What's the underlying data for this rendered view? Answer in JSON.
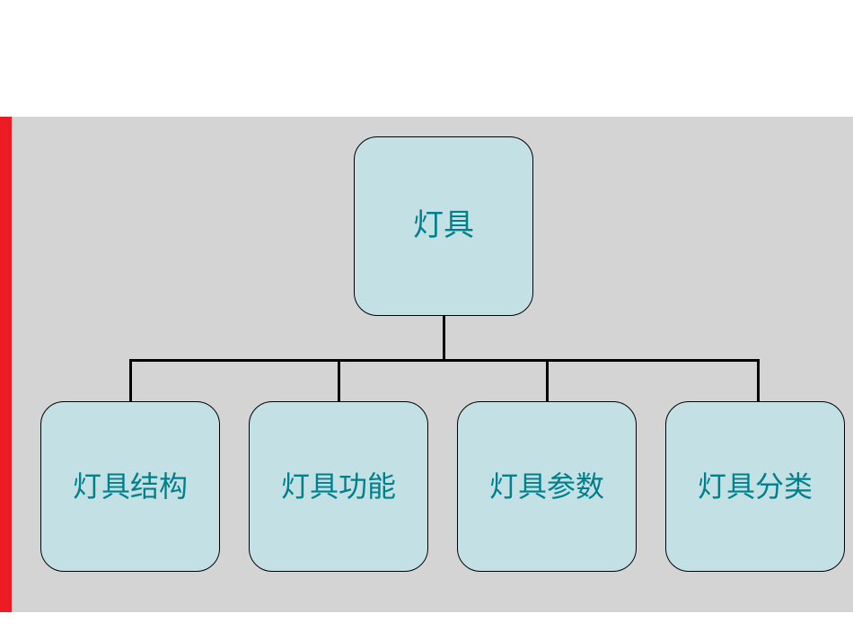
{
  "slide": {
    "background_color": "#ffffff",
    "panel_color": "#d4d4d4",
    "accent_bar_color": "#ed1c24",
    "node_fill_color": "#c3e1e5",
    "node_border_color": "#000000",
    "node_text_color": "#00808a"
  },
  "diagram": {
    "type": "org-chart",
    "root": {
      "label": "灯具"
    },
    "children": [
      {
        "label": "灯具结构"
      },
      {
        "label": "灯具功能"
      },
      {
        "label": "灯具参数"
      },
      {
        "label": "灯具分类"
      }
    ]
  }
}
